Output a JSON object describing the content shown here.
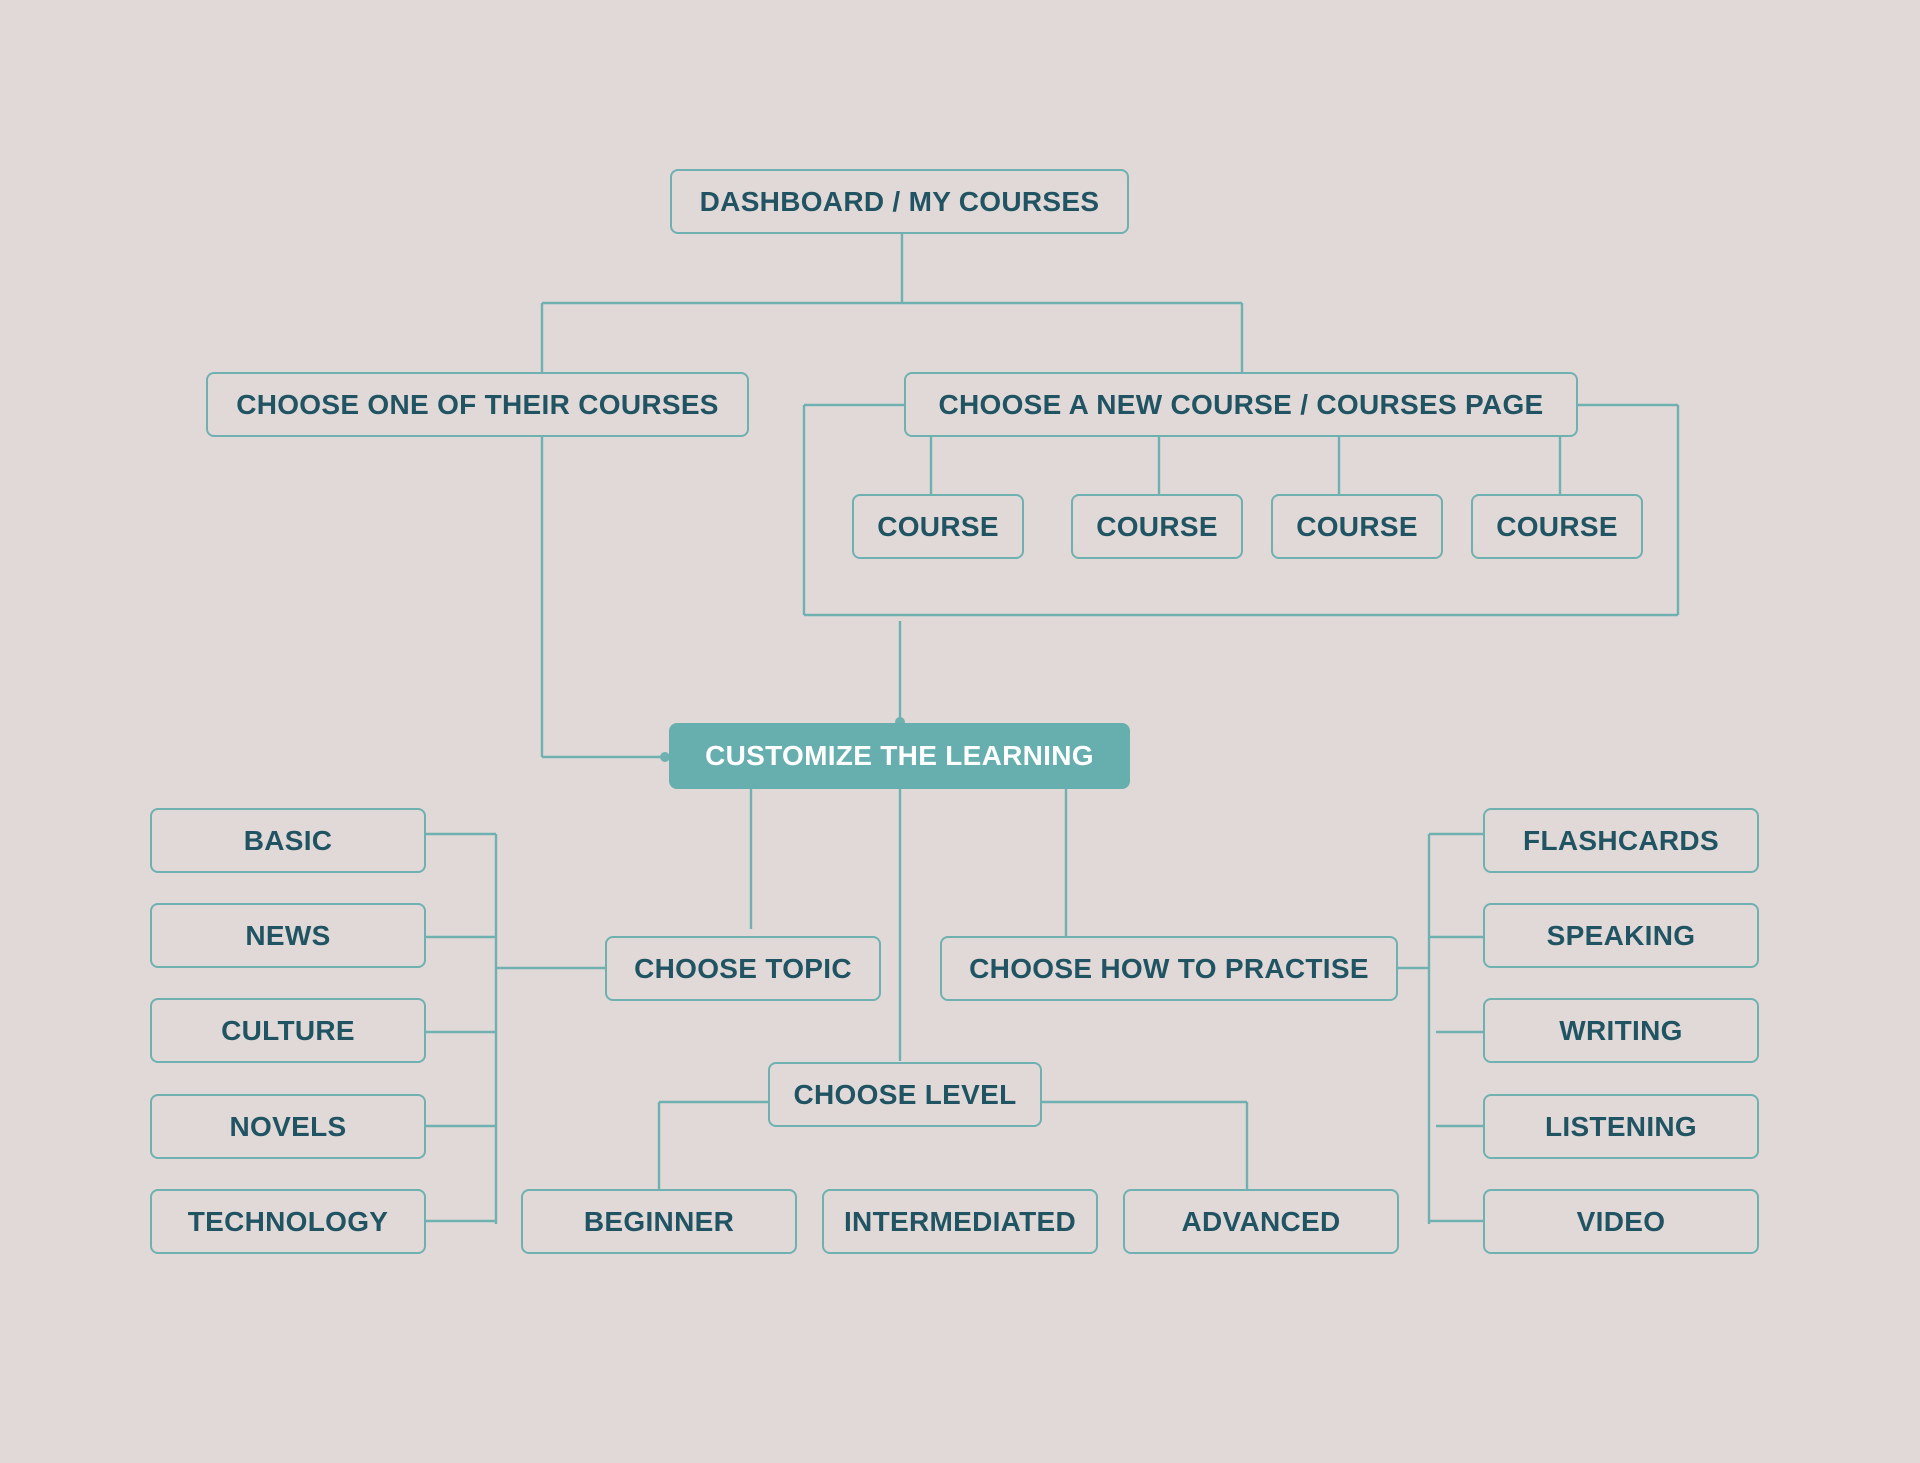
{
  "colors": {
    "background": "#e1d9d8",
    "line": "#6fb1b0",
    "text": "#215463",
    "highlight": "#66afae",
    "highlight_text": "#ffffff"
  },
  "nodes": {
    "dashboard": "DASHBOARD / MY COURSES",
    "choose_existing": "CHOOSE ONE OF THEIR COURSES",
    "choose_new": "CHOOSE A NEW COURSE / COURSES PAGE",
    "courses": [
      "COURSE",
      "COURSE",
      "COURSE",
      "COURSE"
    ],
    "customize": "CUSTOMIZE THE LEARNING",
    "choose_topic": "CHOOSE TOPIC",
    "topics": [
      "BASIC",
      "NEWS",
      "CULTURE",
      "NOVELS",
      "TECHNOLOGY"
    ],
    "choose_level": "CHOOSE LEVEL",
    "levels": [
      "BEGINNER",
      "INTERMEDIATED",
      "ADVANCED"
    ],
    "choose_practise": "CHOOSE HOW TO PRACTISE",
    "practise_methods": [
      "FLASHCARDS",
      "SPEAKING",
      "WRITING",
      "LISTENING",
      "VIDEO"
    ]
  }
}
